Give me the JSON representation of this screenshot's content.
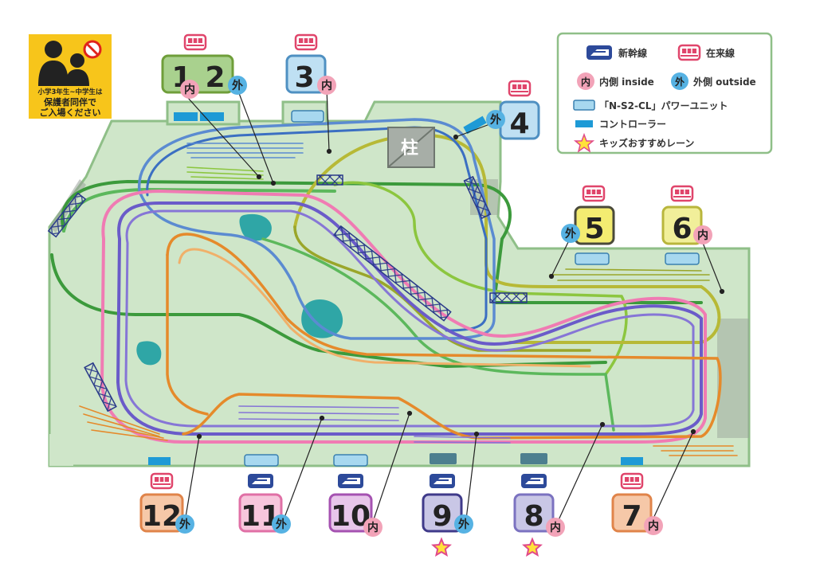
{
  "notice": {
    "line1": "小学3年生~中学生は",
    "line2": "保護者同伴で",
    "line3": "ご入場ください"
  },
  "pillar": "柱",
  "legend": {
    "shinkansen": "新幹線",
    "zairaisen": "在来線",
    "inside_mark": "内",
    "inside_text": "内側 inside",
    "outside_mark": "外",
    "outside_text": "外側 outside",
    "power_unit": "「N-S2-CL」パワーユニット",
    "controller": "コントローラー",
    "kids": "キッズおすすめレーン"
  },
  "colors": {
    "table": "#cfe6c9",
    "table_border": "#8fbf88",
    "inside": "#f2a3b8",
    "outside": "#56b2e3",
    "shinkansen": "#2d4a9a",
    "zairaisen": "#e0456b",
    "power_unit": "#a7d8ef",
    "controller": "#1e9ad6",
    "star": "#ffe23a"
  },
  "lanes": [
    {
      "num": "1",
      "side": "内",
      "train": "zairaisen"
    },
    {
      "num": "2",
      "side": "外",
      "train": "zairaisen"
    },
    {
      "num": "3",
      "side": "内",
      "train": "zairaisen"
    },
    {
      "num": "4",
      "side": "外",
      "train": "zairaisen"
    },
    {
      "num": "5",
      "side": "外",
      "train": "zairaisen"
    },
    {
      "num": "6",
      "side": "内",
      "train": "zairaisen"
    },
    {
      "num": "7",
      "side": "内",
      "train": "zairaisen"
    },
    {
      "num": "8",
      "side": "内",
      "train": "shinkansen",
      "kids": true
    },
    {
      "num": "9",
      "side": "外",
      "train": "shinkansen",
      "kids": true
    },
    {
      "num": "10",
      "side": "内",
      "train": "shinkansen"
    },
    {
      "num": "11",
      "side": "外",
      "train": "shinkansen"
    },
    {
      "num": "12",
      "side": "外",
      "train": "zairaisen"
    }
  ]
}
